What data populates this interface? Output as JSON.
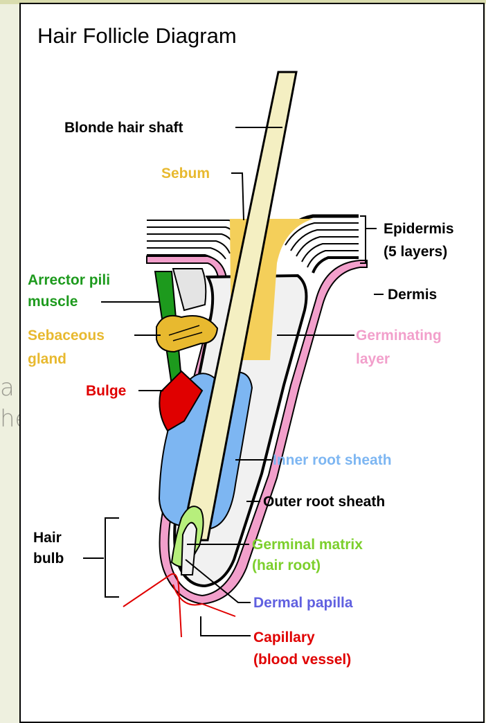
{
  "background_text": [
    "a",
    "he"
  ],
  "title": "Hair Follicle Diagram",
  "labels": {
    "blonde_hair_shaft": "Blonde hair shaft",
    "sebum": "Sebum",
    "epidermis": [
      "Epidermis",
      "(5 layers)"
    ],
    "dermis": "Dermis",
    "arrector_pili": [
      "Arrector pili",
      "muscle"
    ],
    "sebaceous_gland": [
      "Sebaceous",
      "gland"
    ],
    "germinating_layer": [
      "Germinating",
      "layer"
    ],
    "bulge": "Bulge",
    "inner_root_sheath": "Inner root sheath",
    "outer_root_sheath": "Outer root sheath",
    "hair_bulb": [
      "Hair",
      "bulb"
    ],
    "germinal_matrix": [
      "Germinal matrix",
      "(hair root)"
    ],
    "dermal_papilla": "Dermal papilla",
    "capillary": [
      "Capillary",
      "(blood vessel)"
    ]
  },
  "colors": {
    "black_label": "#000000",
    "sebum": "#e8b92f",
    "arrector_pili": "#1d9a1d",
    "sebaceous_gland": "#e8b92f",
    "germinating_layer": "#f29fcb",
    "bulge": "#e00000",
    "inner_root_sheath": "#7db6f2",
    "germinal_matrix": "#7ccf2c",
    "dermal_papilla": "#6060e0",
    "capillary": "#e00000",
    "hair_shaft": "#f4efc2",
    "sebum_fill": "#f4cf5a"
  }
}
